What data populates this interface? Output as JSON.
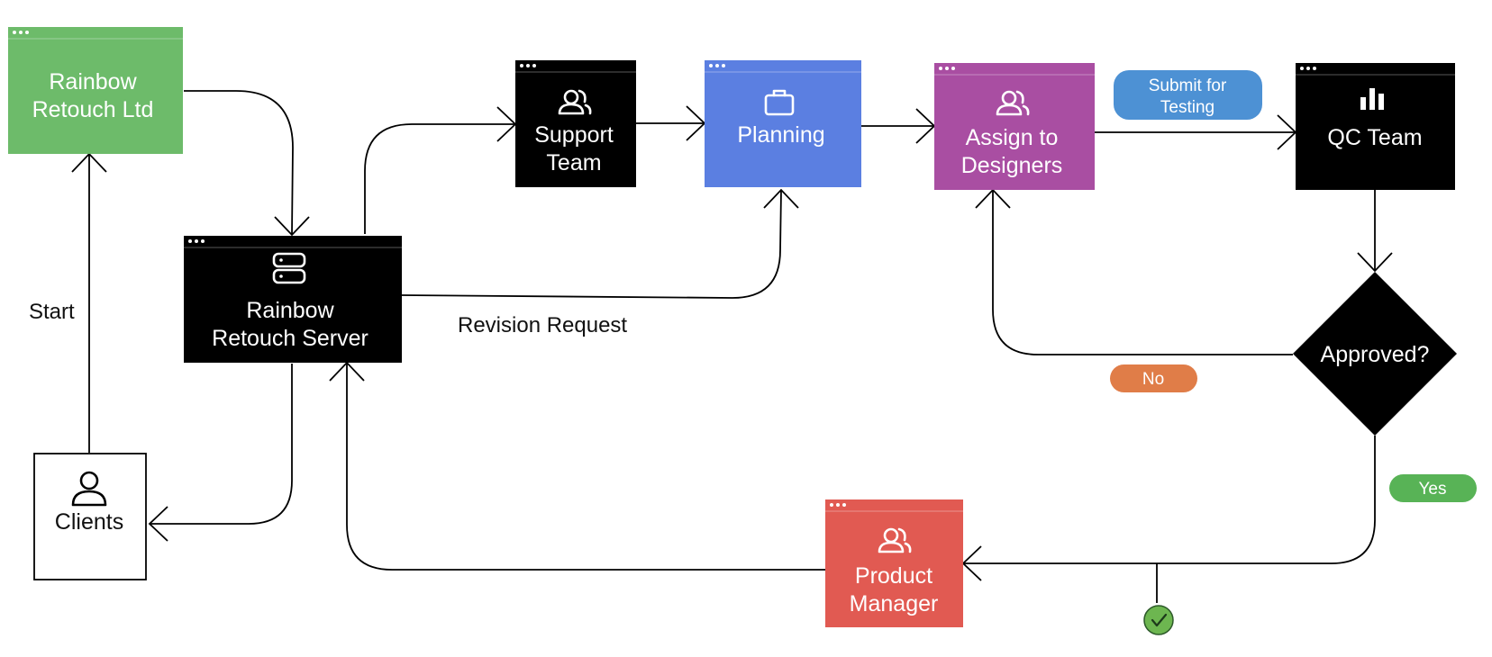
{
  "colors": {
    "green": "#6dbb6a",
    "black": "#000000",
    "blue": "#5b7fe1",
    "purple": "#a94ea2",
    "red": "#e15a52",
    "white": "#ffffff",
    "pill_blue": "#4d91d4",
    "pill_orange": "#e07d48",
    "pill_green": "#58b356",
    "check_green": "#6db650"
  },
  "nodes": {
    "rainbow_retouch_ltd": {
      "line1": "Rainbow",
      "line2": "Retouch Ltd"
    },
    "rainbow_retouch_server": {
      "line1": "Rainbow",
      "line2": "Retouch Server",
      "icon": "server-icon"
    },
    "support_team": {
      "line1": "Support",
      "line2": "Team",
      "icon": "people-icon"
    },
    "planning": {
      "line1": "Planning",
      "icon": "briefcase-icon"
    },
    "assign_to_designers": {
      "line1": "Assign to",
      "line2": "Designers",
      "icon": "people-icon"
    },
    "qc_team": {
      "line1": "QC Team",
      "icon": "bar-chart-icon"
    },
    "approved": {
      "line1": "Approved?"
    },
    "product_manager": {
      "line1": "Product",
      "line2": "Manager",
      "icon": "people-icon"
    },
    "clients": {
      "line1": "Clients",
      "icon": "person-icon"
    }
  },
  "edge_labels": {
    "start": "Start",
    "revision_request": "Revision Request",
    "submit_for_testing_line1": "Submit for",
    "submit_for_testing_line2": "Testing",
    "no": "No",
    "yes": "Yes"
  },
  "icons": {
    "done": "check-circle-icon",
    "window_menu": "dots-icon"
  }
}
